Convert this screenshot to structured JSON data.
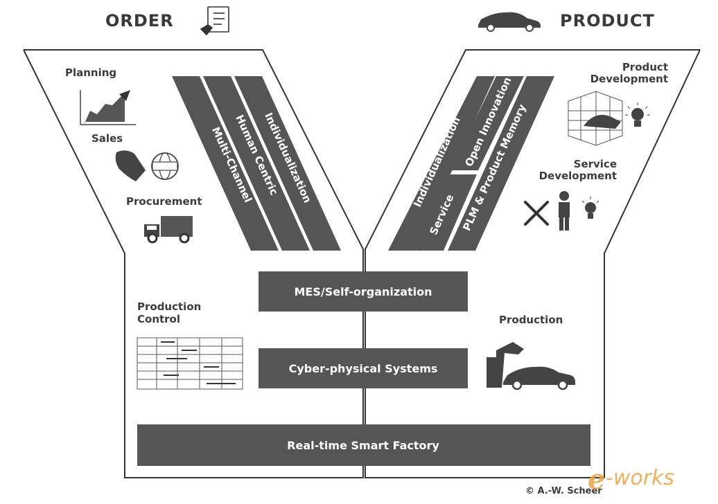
{
  "header": {
    "order": "ORDER",
    "product": "PRODUCT"
  },
  "left": {
    "planning": "Planning",
    "sales": "Sales",
    "procurement": "Procurement",
    "production_control": [
      "Production",
      "Control"
    ],
    "stripes": [
      "Multi-Channel",
      "Human Centric",
      "Individualization"
    ]
  },
  "right": {
    "product_development": [
      "Product",
      "Development"
    ],
    "service_development": [
      "Service",
      "Development"
    ],
    "production": "Production",
    "stripes": [
      "Individualization",
      "Open Innovation",
      "Service",
      "PLM & Product Memory"
    ]
  },
  "bars": {
    "mes": "MES/Self-organization",
    "cps": "Cyber-physical Systems",
    "factory": "Real-time Smart Factory"
  },
  "credit": "© A.-W. Scheer",
  "watermark": "e-works",
  "colors": {
    "bar": "#555555",
    "outline": "#333333",
    "watermark": "#e8a444"
  }
}
